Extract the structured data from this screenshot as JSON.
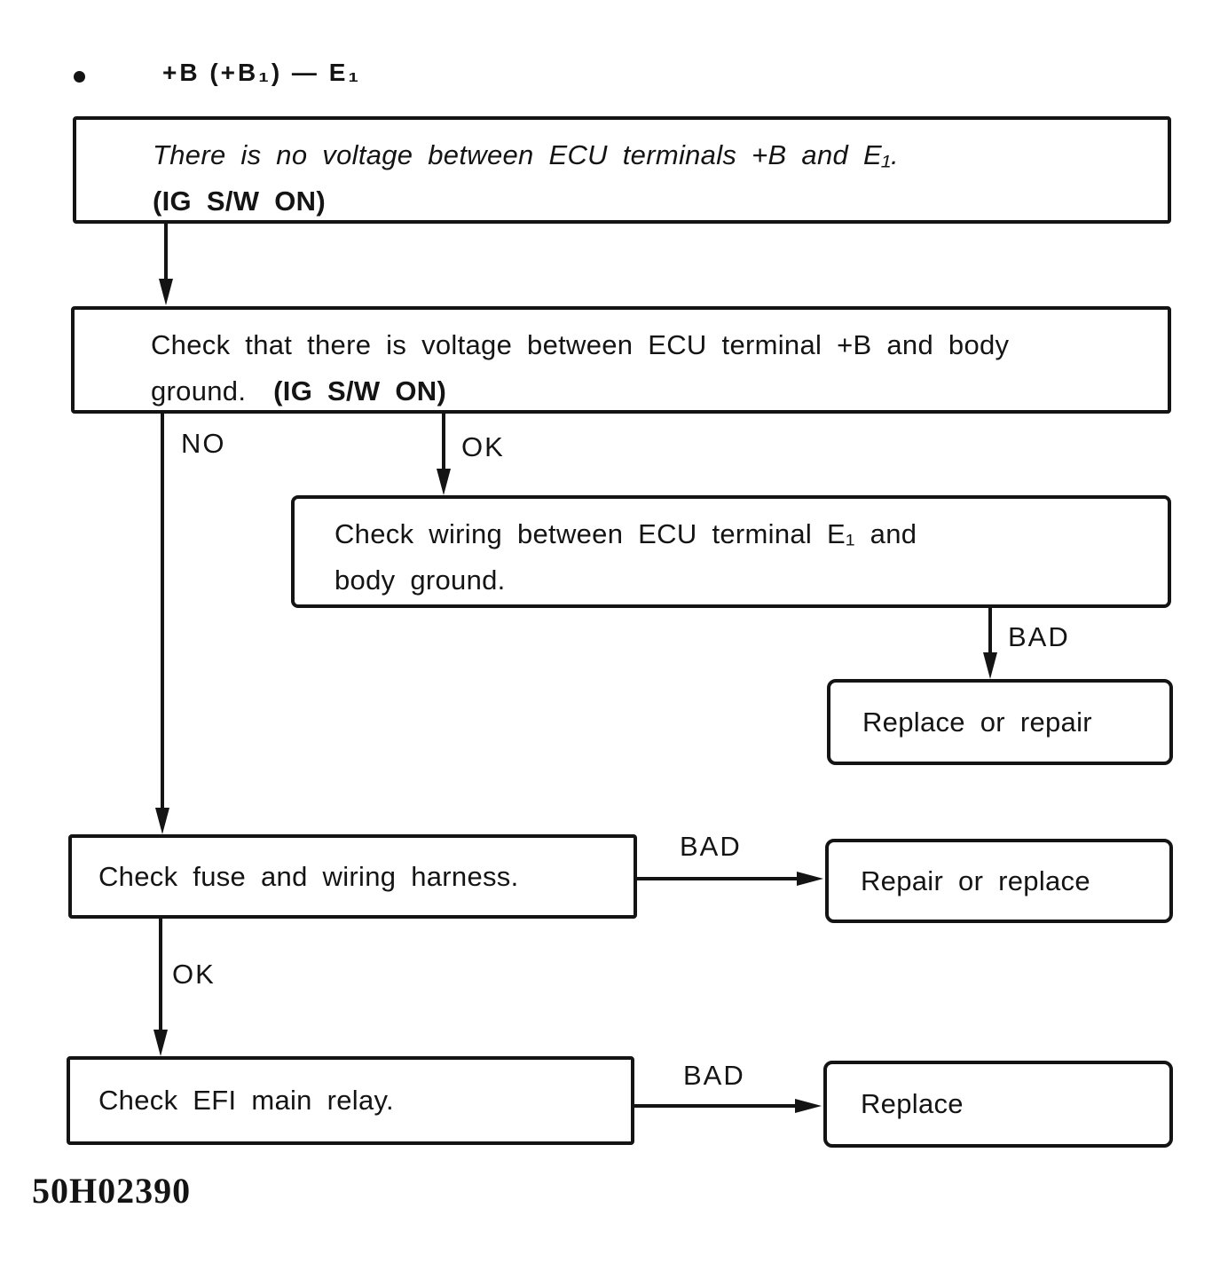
{
  "colors": {
    "ink": "#141414",
    "paper": "#ffffff"
  },
  "header": {
    "title": "+B (+B₁) — E₁"
  },
  "flowchart": {
    "box_no_voltage": {
      "line1": "There is no voltage between ECU terminals +B and E₁.",
      "line2_bold": "(IG S/W ON)"
    },
    "box_check_voltage": {
      "line1": "Check that there is voltage between ECU terminal +B and body",
      "line2": "ground.",
      "line2_bold": "(IG S/W ON)"
    },
    "box_check_wiring": {
      "line1": "Check wiring between ECU terminal E₁ and",
      "line2": "body ground."
    },
    "box_replace_or_repair": {
      "label": "Replace or repair"
    },
    "box_check_fuse": {
      "label": "Check fuse and wiring harness."
    },
    "box_repair_or_replace": {
      "label": "Repair or replace"
    },
    "box_check_efi_relay": {
      "label": "Check EFI main relay."
    },
    "box_replace": {
      "label": "Replace"
    },
    "edge_labels": {
      "no1": "NO",
      "ok1": "OK",
      "bad1": "BAD",
      "bad2": "BAD",
      "ok2": "OK",
      "bad3": "BAD"
    }
  },
  "footer": {
    "figure_code": "50H02390"
  }
}
